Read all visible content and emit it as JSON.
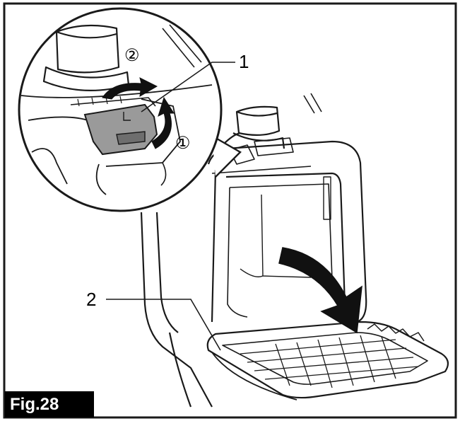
{
  "figure": {
    "label": "Fig.28",
    "callouts": {
      "part_1": "1",
      "part_2": "2",
      "step_1": "①",
      "step_2": "②"
    }
  },
  "colors": {
    "line": "#1a1a1a",
    "latch_fill": "#9a9a9a",
    "arrow_fill": "#111111",
    "label_bg": "#000000",
    "label_text": "#ffffff"
  }
}
